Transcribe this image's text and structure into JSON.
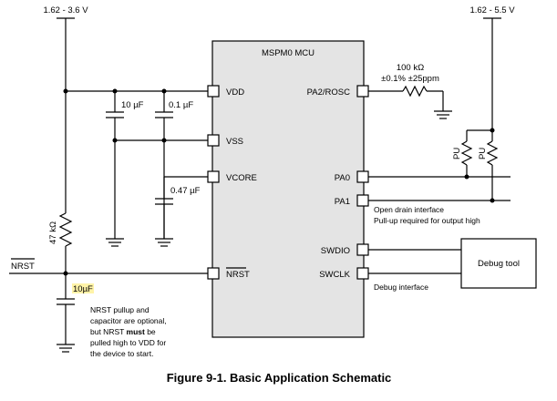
{
  "supply_left": "1.62 - 3.6 V",
  "supply_right": "1.62 - 5.5 V",
  "mcu": {
    "title": "MSPM0 MCU",
    "pins_left": [
      "VDD",
      "VSS",
      "VCORE",
      "NRST"
    ],
    "pins_right": [
      "PA2/ROSC",
      "PA0",
      "PA1",
      "SWDIO",
      "SWCLK"
    ]
  },
  "components": {
    "cap_vdd_1": "10 µF",
    "cap_vdd_2": "0.1 µF",
    "cap_vcore": "0.47 µF",
    "r_nrst": "47 kΩ",
    "cap_nrst": "10µF",
    "r_rosc_value": "100 kΩ",
    "r_rosc_tol": "±0.1% ±25ppm",
    "pu_1": "PU",
    "pu_2": "PU"
  },
  "labels": {
    "nrst_net": "NRST",
    "open_drain_1": "Open drain interface",
    "open_drain_2": "Pull-up required for output high",
    "debug_tool": "Debug tool",
    "debug_interface": "Debug interface",
    "note_1": "NRST pullup and",
    "note_2": "capacitor are optional,",
    "note_3a": "but NRST ",
    "note_3b": "must",
    "note_3c": " be",
    "note_4": "pulled high to VDD for",
    "note_5": "the device to start."
  },
  "caption": "Figure 9-1. Basic Application Schematic",
  "colors": {
    "highlight": "#fff3a8",
    "wire": "#000000"
  }
}
